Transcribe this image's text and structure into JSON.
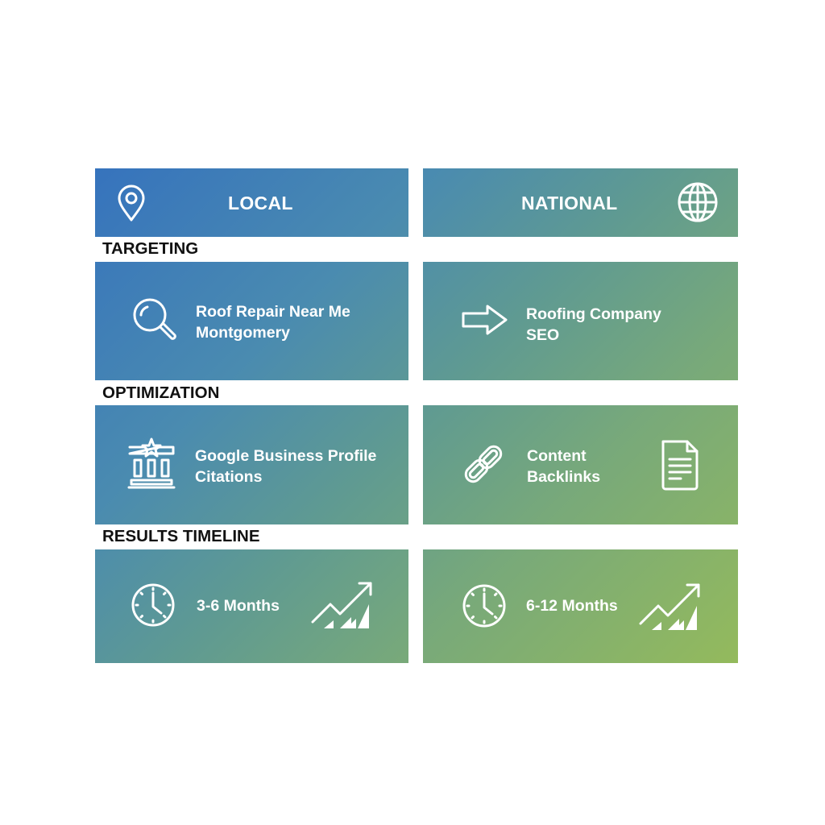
{
  "columns": {
    "local": {
      "title": "LOCAL",
      "icon": "map-pin-icon"
    },
    "national": {
      "title": "NATIONAL",
      "icon": "globe-icon"
    }
  },
  "sections": {
    "targeting": {
      "label": "TARGETING",
      "local": {
        "line1": "Roof Repair Near Me",
        "line2": "Montgomery",
        "icon": "magnifier-icon"
      },
      "national": {
        "line1": "Roofing Company",
        "line2": "SEO",
        "icon": "arrow-right-icon"
      }
    },
    "optimization": {
      "label": "OPTIMIZATION",
      "local": {
        "line1": "Google Business Profile",
        "line2": "Citations",
        "icon": "building-star-icon"
      },
      "national": {
        "line1": "Content",
        "line2": "Backlinks",
        "icons": [
          "chain-link-icon",
          "document-icon"
        ]
      }
    },
    "results_timeline": {
      "label": "RESULTS TIMELINE",
      "local": {
        "value": "3-6 Months",
        "icons": [
          "clock-icon",
          "growth-chart-icon"
        ]
      },
      "national": {
        "value": "6-12 Months",
        "icons": [
          "clock-icon",
          "growth-chart-icon"
        ]
      }
    }
  },
  "colors": {
    "gradient_start": "#3673bd",
    "gradient_mid": "#5f9a92",
    "gradient_end": "#94ba5c",
    "text_on_tile": "#ffffff",
    "label_text": "#111111"
  }
}
